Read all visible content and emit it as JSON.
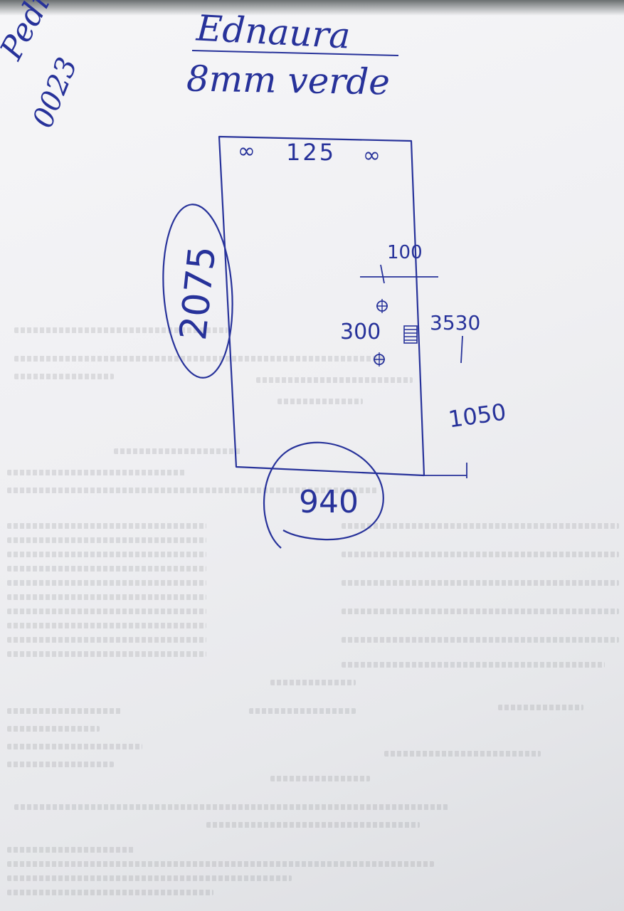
{
  "note": {
    "corner_text_1": "Pedido",
    "corner_text_2": "0023",
    "title": "Ednaura",
    "subtitle": "8mm verde"
  },
  "drawing": {
    "top_left_marker": "∞",
    "top_width": "125",
    "top_right_marker": "∞",
    "hole_offset": "100",
    "hole_spacing": "300",
    "right_height": "3530",
    "right_lower": "1050",
    "left_height": "2075",
    "bottom_width": "940"
  },
  "colors": {
    "ink": "#27329a",
    "paper": "#f2f2f4"
  }
}
